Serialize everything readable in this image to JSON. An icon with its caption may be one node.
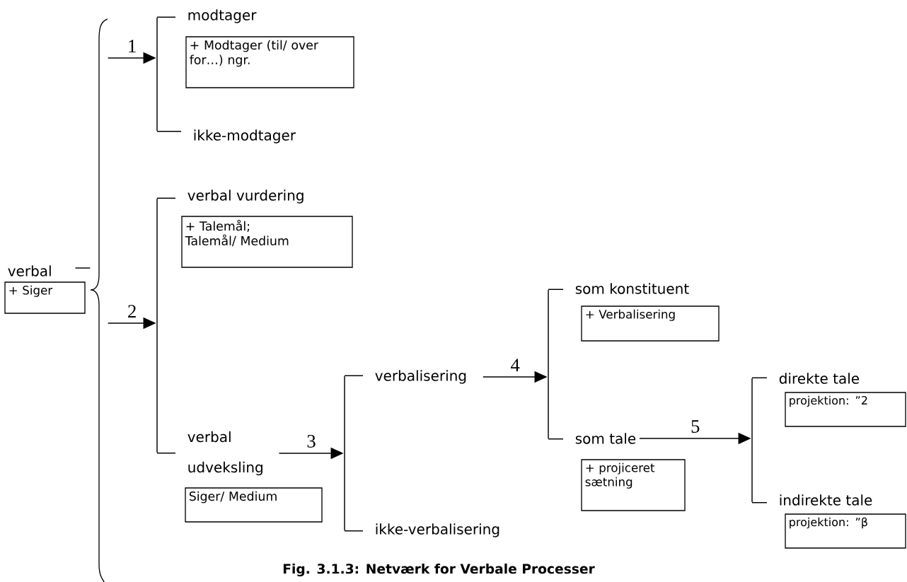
{
  "diagram": {
    "caption": "Fig. 3.1.3: Netværk for Verbale Processer",
    "nodes": [
      {
        "text": [
          "verbal"
        ]
      },
      {
        "text": [
          "+ Siger"
        ]
      },
      {
        "text": [],
        "shape": "brace"
      },
      {
        "text": [],
        "shape": "bar"
      },
      {
        "text": [
          "modtager"
        ]
      },
      {
        "text": [
          "+ Modtager (til/ over for…) ngr."
        ]
      },
      {
        "text": [
          "ikke-modtager"
        ]
      },
      {
        "text": [],
        "shape": "bar"
      },
      {
        "text": [
          "verbal vurdering"
        ]
      },
      {
        "text": [
          "+ Talemål; Talemål/ Medium"
        ]
      },
      {
        "text": [
          "verbal udveksling"
        ]
      },
      {
        "text": [
          "Siger/ Medium"
        ]
      },
      {
        "text": [],
        "shape": "bar"
      },
      {
        "text": [
          "verbalisering"
        ]
      },
      {
        "text": [
          "ikke-verbalisering"
        ]
      },
      {
        "text": [],
        "shape": "bar"
      },
      {
        "text": [
          "som konstituent"
        ]
      },
      {
        "text": [
          "+ Verbalisering"
        ]
      },
      {
        "text": [
          "som tale"
        ]
      },
      {
        "text": [
          "+ projiceret sætning"
        ]
      },
      {
        "text": [],
        "shape": "bar"
      },
      {
        "text": [
          "direkte tale"
        ]
      },
      {
        "text": [
          "projektion: ”2"
        ]
      },
      {
        "text": [
          "indirekte tale"
        ]
      },
      {
        "text": [
          "projektion: ”β"
        ]
      }
    ],
    "edges": [
      {
        "from": 2,
        "to": 3,
        "arrow": "to",
        "label": "1"
      },
      {
        "from": 2,
        "to": 7,
        "arrow": "to",
        "label": "2"
      },
      {
        "from": 10,
        "to": 12,
        "arrow": "to",
        "label": "3"
      },
      {
        "from": 13,
        "to": 15,
        "arrow": "to",
        "label": "4"
      },
      {
        "from": 18,
        "to": 20,
        "arrow": "to",
        "label": "5"
      },
      {
        "from": 0,
        "to": 2,
        "arrow": "none"
      },
      {
        "from": 3,
        "to": 4,
        "arrow": "none"
      },
      {
        "from": 3,
        "to": 6,
        "arrow": "none"
      },
      {
        "from": 7,
        "to": 8,
        "arrow": "none"
      },
      {
        "from": 7,
        "to": 10,
        "arrow": "none"
      },
      {
        "from": 12,
        "to": 13,
        "arrow": "none"
      },
      {
        "from": 12,
        "to": 14,
        "arrow": "none"
      },
      {
        "from": 15,
        "to": 16,
        "arrow": "none"
      },
      {
        "from": 15,
        "to": 18,
        "arrow": "none"
      },
      {
        "from": 20,
        "to": 21,
        "arrow": "none"
      },
      {
        "from": 20,
        "to": 23,
        "arrow": "none"
      }
    ]
  }
}
